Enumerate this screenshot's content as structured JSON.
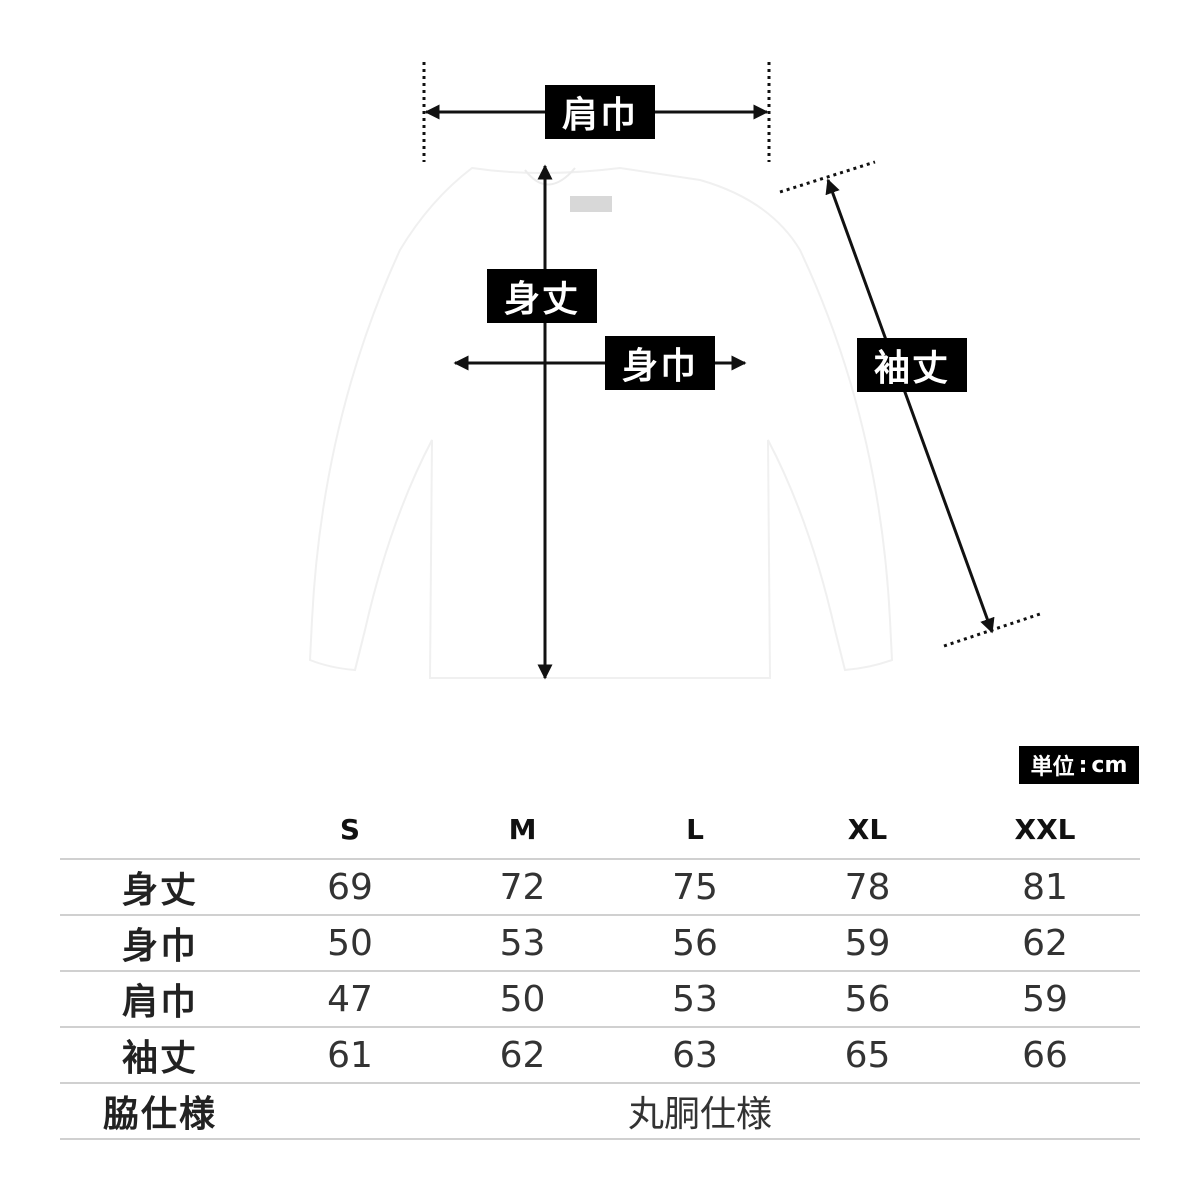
{
  "diagram": {
    "labels": {
      "shoulder_width": "肩巾",
      "body_length": "身丈",
      "body_width": "身巾",
      "sleeve_length": "袖丈"
    }
  },
  "unit": {
    "label": "単位",
    "separator": ":",
    "value": "cm"
  },
  "table": {
    "sizes": [
      "S",
      "M",
      "L",
      "XL",
      "XXL"
    ],
    "rows": [
      {
        "label": "身丈",
        "values": [
          "69",
          "72",
          "75",
          "78",
          "81"
        ]
      },
      {
        "label": "身巾",
        "values": [
          "50",
          "53",
          "56",
          "59",
          "62"
        ]
      },
      {
        "label": "肩巾",
        "values": [
          "47",
          "50",
          "53",
          "56",
          "59"
        ]
      },
      {
        "label": "袖丈",
        "values": [
          "61",
          "62",
          "63",
          "65",
          "66"
        ]
      }
    ],
    "side_spec": {
      "label": "脇仕様",
      "value": "丸胴仕様"
    }
  }
}
